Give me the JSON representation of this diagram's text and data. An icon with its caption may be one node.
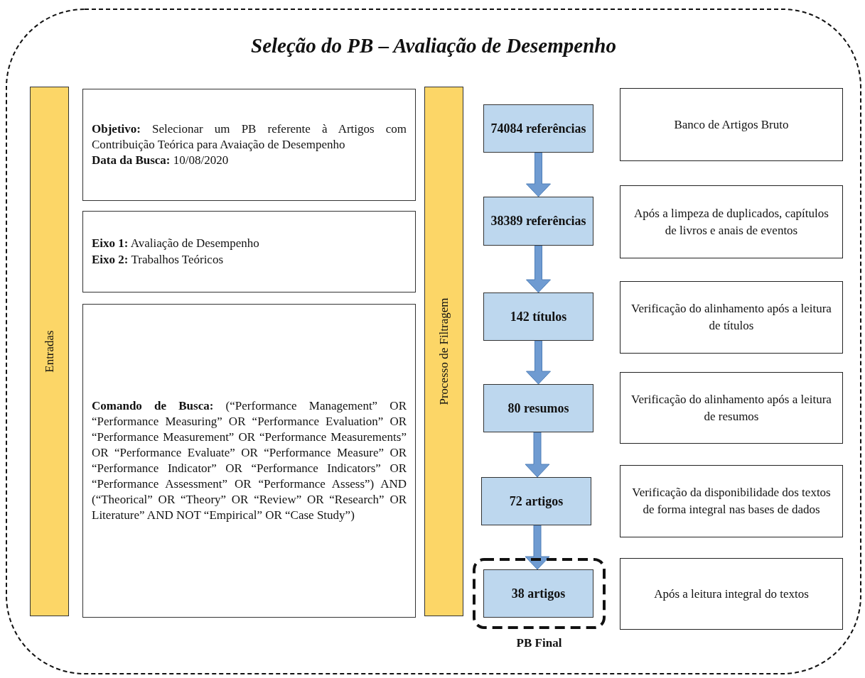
{
  "diagram": {
    "nodes": [
      {
        "text": [
          "Seleção do PB – Avaliação de Desempenho"
        ]
      },
      {
        "text": [
          "Entradas"
        ],
        "in": 0
      },
      {
        "text": [
          "**Objetivo:** Selecionar um PB referente à Artigos com Contribuição Teórica para Avaiação de Desempenho",
          "**Data da Busca:** 10/08/2020"
        ],
        "in": 0
      },
      {
        "text": [
          "**Eixo 1:** Avaliação de Desempenho",
          "**Eixo 2:** Trabalhos Teóricos"
        ],
        "in": 0
      },
      {
        "text": [
          "**Comando de Busca:** (“Performance Management” OR “Performance Measuring” OR “Performance Evaluation” OR “Performance Measurement” OR “Performance Measurements” OR “Performance Evaluate” OR “Performance Measure” OR “Performance Indicator” OR “Performance Indicators” OR “Performance Assessment” OR “Performance Assess”) AND (“Theorical” OR “Theory” OR “Review” OR “Research” OR Literature” AND NOT “Empirical” OR “Case Study”)"
        ],
        "in": 0
      },
      {
        "text": [
          "Processo de Filtragem"
        ],
        "in": 0
      },
      {
        "text": [
          "74084 referências"
        ],
        "in": 0
      },
      {
        "text": [
          "38389 referências"
        ],
        "in": 0
      },
      {
        "text": [
          "142 títulos"
        ],
        "in": 0
      },
      {
        "text": [
          "80 resumos"
        ],
        "in": 0
      },
      {
        "text": [
          "72 artigos"
        ],
        "in": 0
      },
      {
        "text": [
          "PB Final"
        ],
        "in": 0
      },
      {
        "text": [
          "38 artigos"
        ],
        "in": 11
      },
      {
        "text": [
          "Banco de Artigos Bruto"
        ],
        "in": 0
      },
      {
        "text": [
          "Após a limpeza de duplicados, capítulos de livros e anais de eventos"
        ],
        "in": 0
      },
      {
        "text": [
          "Verificação do alinhamento após a leitura de títulos"
        ],
        "in": 0
      },
      {
        "text": [
          "Verificação do alinhamento após a leitura de resumos"
        ],
        "in": 0
      },
      {
        "text": [
          "Verificação da disponibilidade dos textos de forma integral nas bases de dados"
        ],
        "in": 0
      },
      {
        "text": [
          "Após a leitura integral do textos"
        ],
        "in": 0
      }
    ],
    "edges": [
      {
        "from": 6,
        "to": 7,
        "arrow": "to"
      },
      {
        "from": 7,
        "to": 8,
        "arrow": "to"
      },
      {
        "from": 8,
        "to": 9,
        "arrow": "to"
      },
      {
        "from": 9,
        "to": 10,
        "arrow": "to"
      },
      {
        "from": 10,
        "to": 12,
        "arrow": "to"
      }
    ]
  }
}
